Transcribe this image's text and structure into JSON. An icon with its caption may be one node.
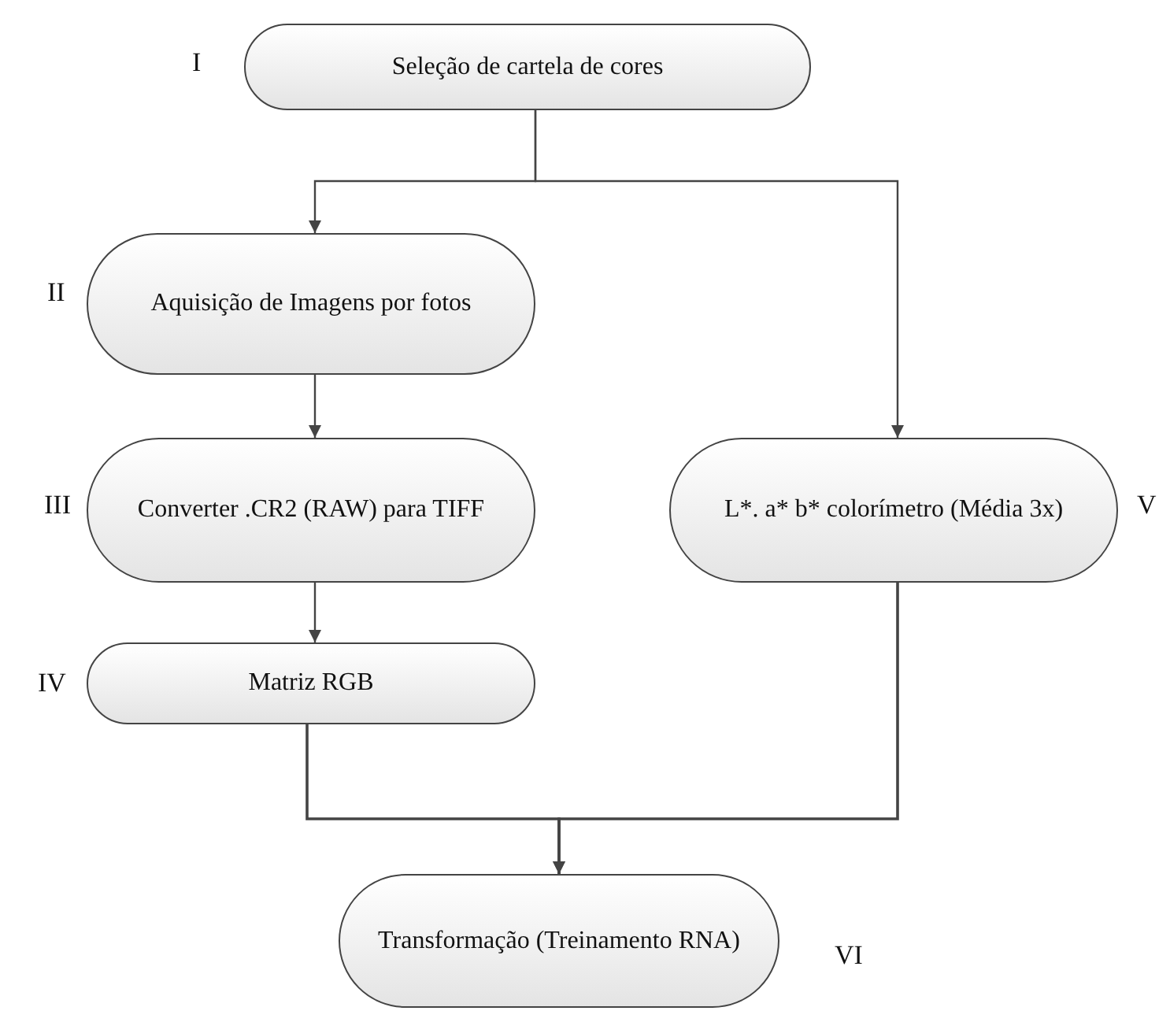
{
  "diagram": {
    "nodes": [
      {
        "text": [
          "Seleção de cartela de cores"
        ],
        "beside": [
          "I"
        ]
      },
      {
        "text": [
          "Aquisição de Imagens por fotos"
        ],
        "beside": [
          "II"
        ]
      },
      {
        "text": [
          "Converter .CR2 (RAW) para TIFF"
        ],
        "beside": [
          "III"
        ]
      },
      {
        "text": [
          "Matriz RGB"
        ],
        "beside": [
          "IV"
        ]
      },
      {
        "text": [
          "L*. a* b* colorímetro (Média 3x)"
        ],
        "beside": [
          "V"
        ]
      },
      {
        "text": [
          "Transformação (Treinamento RNA)"
        ],
        "beside": [
          "VI"
        ]
      }
    ],
    "edges": [
      {
        "from": 0,
        "to": 1,
        "arrow": "to"
      },
      {
        "from": 0,
        "to": 4,
        "arrow": "to"
      },
      {
        "from": 1,
        "to": 2,
        "arrow": "to"
      },
      {
        "from": 2,
        "to": 3,
        "arrow": "to"
      },
      {
        "from": 3,
        "to": 5,
        "arrow": "to"
      },
      {
        "from": 4,
        "to": 5,
        "arrow": "to"
      }
    ]
  }
}
